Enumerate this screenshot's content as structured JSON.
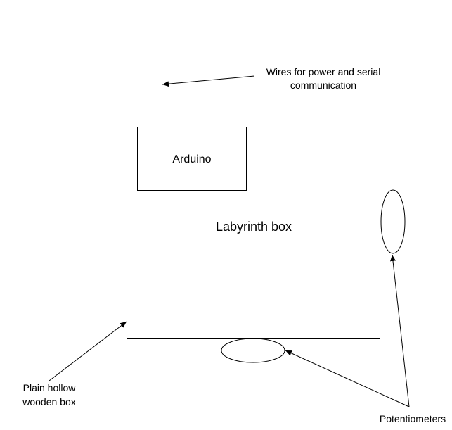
{
  "diagram": {
    "labyrinth_box": "Labyrinth box",
    "arduino": "Arduino",
    "wires_label": {
      "line1": "Wires for power and serial",
      "line2": "communication"
    },
    "wooden_box_label": {
      "line1": "Plain hollow",
      "line2": "wooden box"
    },
    "potentiometers_label": "Potentiometers"
  }
}
